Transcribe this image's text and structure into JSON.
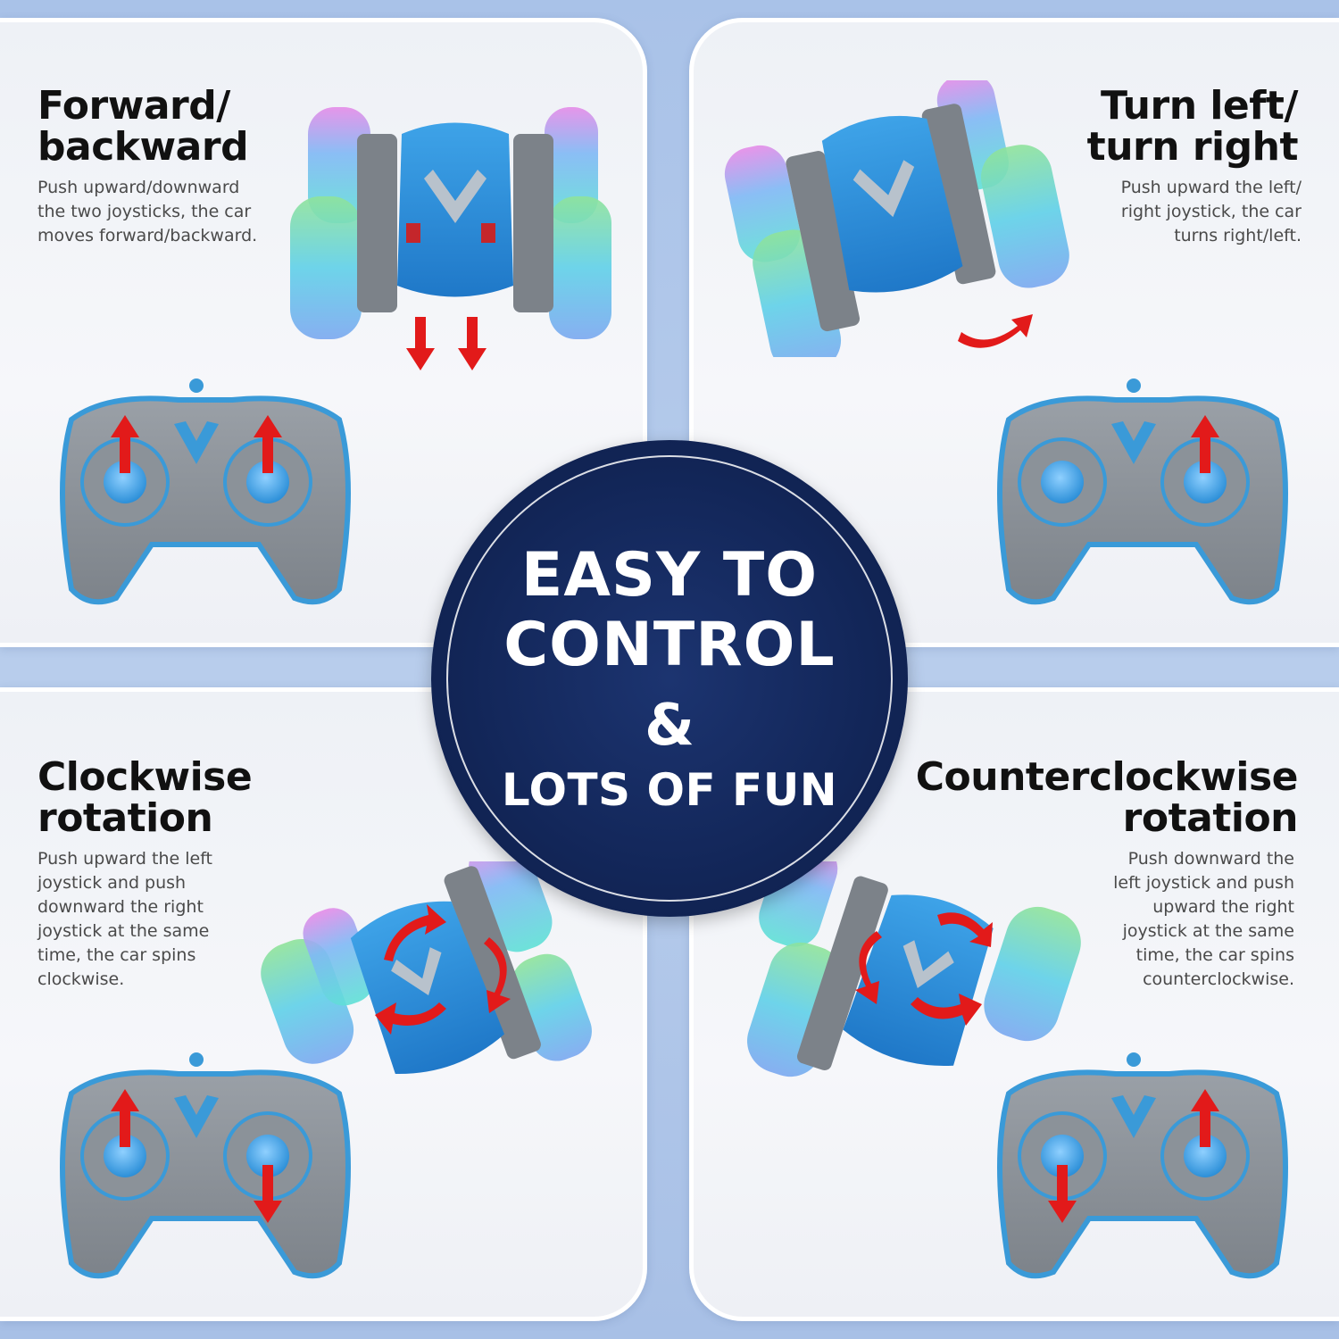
{
  "panels": {
    "forward": {
      "title": "Forward/\nbackward",
      "description": "Push upward/downward\nthe two joysticks, the car\nmoves forward/backward."
    },
    "turn": {
      "title": "Turn left/\nturn right",
      "description": "Push upward the left/\nright joystick, the car\nturns right/left."
    },
    "clockwise": {
      "title": "Clockwise\nrotation",
      "description": "Push upward the left\njoystick and push\ndownward the right\njoystick at the same\ntime, the car spins\nclockwise."
    },
    "counterclockwise": {
      "title": "Counterclockwise\nrotation",
      "description": "Push downward the\nleft joystick and push\nupward the right\njoystick at the same\ntime, the car spins\ncounterclockwise."
    }
  },
  "center": {
    "line1": "EASY TO",
    "line2": "CONTROL",
    "line3": "&",
    "line4": "LOTS OF FUN"
  },
  "colors": {
    "background": "#b0c7ea",
    "badge": "#13275a",
    "arrow_red": "#e21a1a",
    "car_blue": "#2b8fd6",
    "controller_grey": "#8a8f96"
  }
}
